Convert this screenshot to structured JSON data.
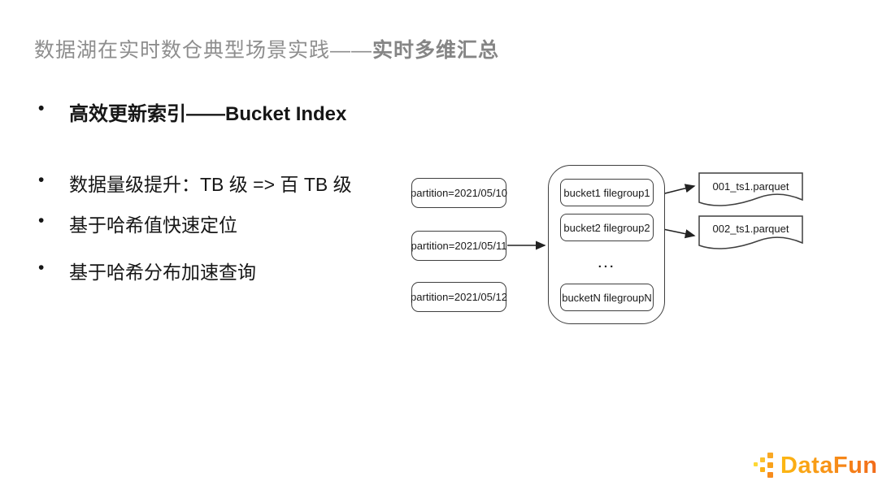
{
  "slide": {
    "title": {
      "prefix": "数据湖在实时数仓典型场景实践——",
      "emphasis": "实时多维汇总"
    },
    "bullets": [
      {
        "marker": "•",
        "text": "高效更新索引——Bucket Index"
      },
      {
        "marker": "•",
        "text": "数据量级提升：TB 级 => 百 TB 级"
      },
      {
        "marker": "•",
        "text": "基于哈希值快速定位"
      },
      {
        "marker": "•",
        "text": "基于哈希分布加速查询"
      }
    ]
  },
  "diagram": {
    "partitions": [
      "partition=2021/05/10",
      "partition=2021/05/11",
      "partition=2021/05/12"
    ],
    "buckets": [
      "bucket1 filegroup1",
      "bucket2 filegroup2",
      "bucketN filegroupN"
    ],
    "ellipsis": "...",
    "files": [
      "001_ts1.parquet",
      "002_ts1.parquet"
    ]
  },
  "footer": {
    "logo_text": "DataFun",
    "logo_dot": "."
  },
  "colors": {
    "title_gray": "#8e8e8e",
    "body_text": "#161616",
    "diagram_border": "#3f3f3f",
    "logo_gradient_start": "#fcb813",
    "logo_gradient_end": "#f26a1b",
    "logo_dot": "#ea3d0e"
  }
}
